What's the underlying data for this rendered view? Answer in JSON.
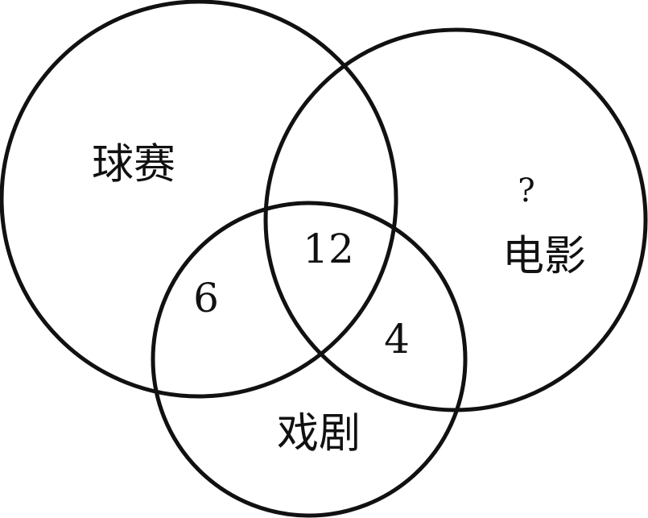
{
  "diagram": {
    "sets": {
      "ball_games": "球赛",
      "movies": "电影",
      "dramas": "戏剧"
    },
    "regions": {
      "ball_games_and_dramas_only": "6",
      "all_three": "12",
      "movies_and_dramas_only": "4",
      "movies_only": "?"
    }
  }
}
